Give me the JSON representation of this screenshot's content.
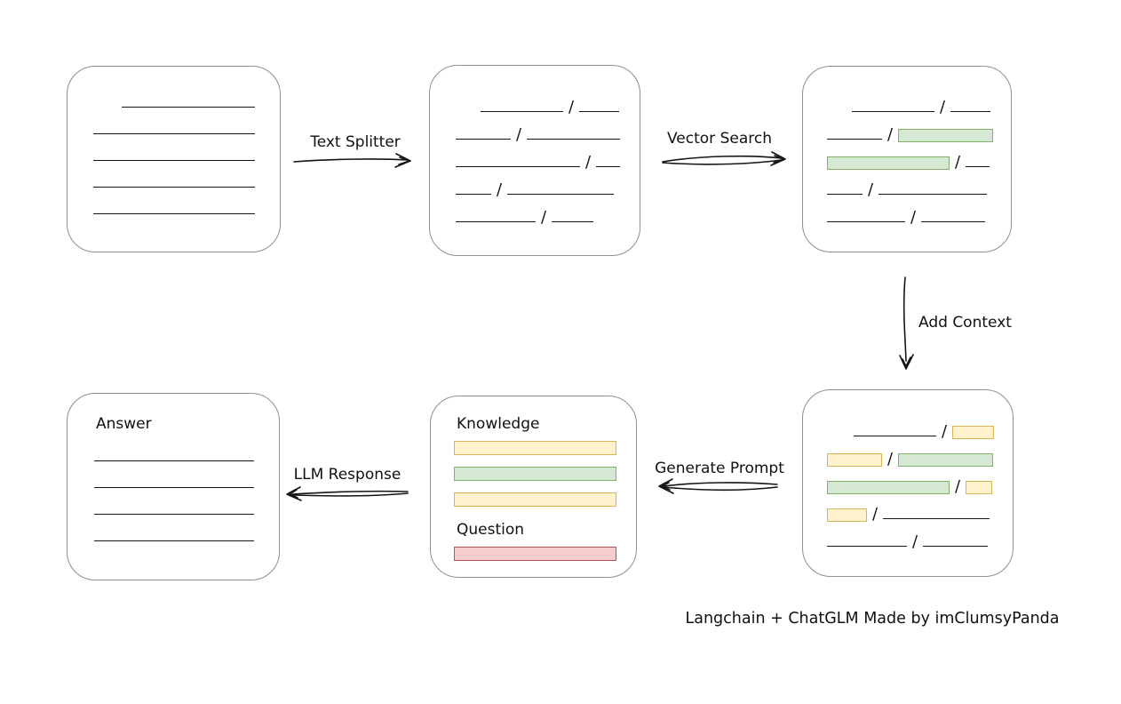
{
  "diagram": {
    "caption": "Langchain + ChatGLM Made by imClumsyPanda",
    "colors": {
      "green_fill": "#d5e8d4",
      "green_stroke": "#82b366",
      "yellow_fill": "#fff2cc",
      "yellow_stroke": "#d6b656",
      "red_fill": "#f8cecc",
      "red_stroke": "#b85450",
      "box_border": "#8f8f8f",
      "line_color": "#141414"
    },
    "arrows": [
      {
        "id": "text-splitter",
        "label": "Text Splitter",
        "direction": "right"
      },
      {
        "id": "vector-search",
        "label": "Vector Search",
        "direction": "right"
      },
      {
        "id": "add-context",
        "label": "Add Context",
        "direction": "down"
      },
      {
        "id": "generate-prompt",
        "label": "Generate Prompt",
        "direction": "left"
      },
      {
        "id": "llm-response",
        "label": "LLM Response",
        "direction": "left"
      }
    ],
    "labels": {
      "knowledge": "Knowledge",
      "question": "Question",
      "answer": "Answer"
    },
    "boxes": {
      "source_document": {
        "rows": [
          {
            "indent": 32,
            "segs": [
              {
                "t": "line",
                "w": 150
              }
            ]
          },
          {
            "segs": [
              {
                "t": "line",
                "w": 182
              }
            ]
          },
          {
            "segs": [
              {
                "t": "line",
                "w": 182
              }
            ]
          },
          {
            "segs": [
              {
                "t": "line",
                "w": 182
              }
            ]
          },
          {
            "segs": [
              {
                "t": "line",
                "w": 182
              }
            ]
          }
        ]
      },
      "split_chunks": {
        "rows": [
          {
            "indent": 28,
            "segs": [
              {
                "t": "line",
                "w": 93
              },
              {
                "t": "slash"
              },
              {
                "t": "line",
                "w": 45
              }
            ]
          },
          {
            "segs": [
              {
                "t": "line",
                "w": 62
              },
              {
                "t": "slash"
              },
              {
                "t": "line",
                "w": 105
              }
            ]
          },
          {
            "segs": [
              {
                "t": "line",
                "w": 140
              },
              {
                "t": "slash"
              },
              {
                "t": "line",
                "w": 27
              }
            ]
          },
          {
            "segs": [
              {
                "t": "line",
                "w": 40
              },
              {
                "t": "slash"
              },
              {
                "t": "line",
                "w": 120
              }
            ]
          },
          {
            "segs": [
              {
                "t": "line",
                "w": 90
              },
              {
                "t": "slash"
              },
              {
                "t": "line",
                "w": 47
              }
            ]
          }
        ]
      },
      "matched_chunks": {
        "rows": [
          {
            "indent": 28,
            "segs": [
              {
                "t": "line",
                "w": 93
              },
              {
                "t": "slash"
              },
              {
                "t": "line",
                "w": 45
              }
            ]
          },
          {
            "segs": [
              {
                "t": "line",
                "w": 62
              },
              {
                "t": "slash"
              },
              {
                "t": "green",
                "w": 107
              }
            ]
          },
          {
            "segs": [
              {
                "t": "green",
                "w": 138
              },
              {
                "t": "slash"
              },
              {
                "t": "line",
                "w": 27
              }
            ]
          },
          {
            "segs": [
              {
                "t": "line",
                "w": 40
              },
              {
                "t": "slash"
              },
              {
                "t": "line",
                "w": 122
              }
            ]
          },
          {
            "segs": [
              {
                "t": "line",
                "w": 88
              },
              {
                "t": "slash"
              },
              {
                "t": "line",
                "w": 72
              }
            ]
          }
        ]
      },
      "context_chunks": {
        "rows": [
          {
            "indent": 30,
            "segs": [
              {
                "t": "line",
                "w": 93
              },
              {
                "t": "slash"
              },
              {
                "t": "yellow",
                "w": 47
              }
            ]
          },
          {
            "segs": [
              {
                "t": "yellow",
                "w": 62
              },
              {
                "t": "slash"
              },
              {
                "t": "green",
                "w": 107
              }
            ]
          },
          {
            "segs": [
              {
                "t": "green",
                "w": 138
              },
              {
                "t": "slash"
              },
              {
                "t": "yellow",
                "w": 30
              }
            ]
          },
          {
            "segs": [
              {
                "t": "yellow",
                "w": 45
              },
              {
                "t": "slash"
              },
              {
                "t": "line",
                "w": 120
              }
            ]
          },
          {
            "segs": [
              {
                "t": "line",
                "w": 90
              },
              {
                "t": "slash"
              },
              {
                "t": "line",
                "w": 73
              }
            ]
          }
        ]
      },
      "prompt": {
        "knowledge_bars": [
          "yellow",
          "green",
          "yellow"
        ],
        "question_bar": "red"
      },
      "answer": {
        "rows": [
          {
            "segs": [
              {
                "t": "line",
                "w": 180
              }
            ]
          },
          {
            "segs": [
              {
                "t": "line",
                "w": 180
              }
            ]
          },
          {
            "segs": [
              {
                "t": "line",
                "w": 180
              }
            ]
          },
          {
            "segs": [
              {
                "t": "line",
                "w": 180
              }
            ]
          }
        ]
      }
    }
  }
}
